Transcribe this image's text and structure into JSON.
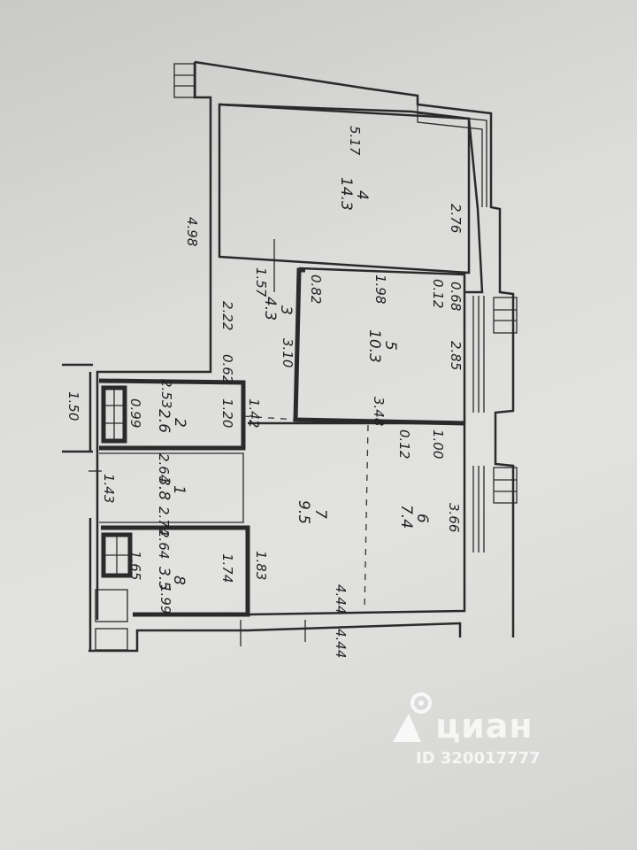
{
  "rooms": [
    {
      "number": "4",
      "area": "14.3"
    },
    {
      "number": "3",
      "area": "4.3"
    },
    {
      "number": "5",
      "area": "10.3"
    },
    {
      "number": "2",
      "area": "2.6"
    },
    {
      "number": "1",
      "area": "3.8"
    },
    {
      "number": "7",
      "area": "9.5"
    },
    {
      "number": "6",
      "area": "7.4"
    },
    {
      "number": "8",
      "area": "3.5"
    }
  ],
  "dims": {
    "d517": "5.17",
    "d276": "2.76",
    "d498": "4.98",
    "d157": "1.57",
    "d082": "0.82",
    "d198": "1.98",
    "d012a": "0.12",
    "d068": "0.68",
    "d222": "2.22",
    "d310": "3.10",
    "d285": "2.85",
    "d062": "0.62",
    "d348": "3.48",
    "d253": "2.53",
    "d099": "0.99",
    "d120": "1.20",
    "d142": "1.42",
    "d012b": "0.12",
    "d100": "1.00",
    "d150": "1.50",
    "d264a": "2.64",
    "d143": "1.43",
    "d274": "2.74",
    "d366": "3.66",
    "d264b": "2.64",
    "d165": "1.65",
    "d174": "1.74",
    "d183": "1.83",
    "d199": "1.99",
    "d444a": "4.44",
    "d444b": "4.44"
  },
  "watermark": {
    "brand": "циан",
    "id": "ID 320017777"
  }
}
